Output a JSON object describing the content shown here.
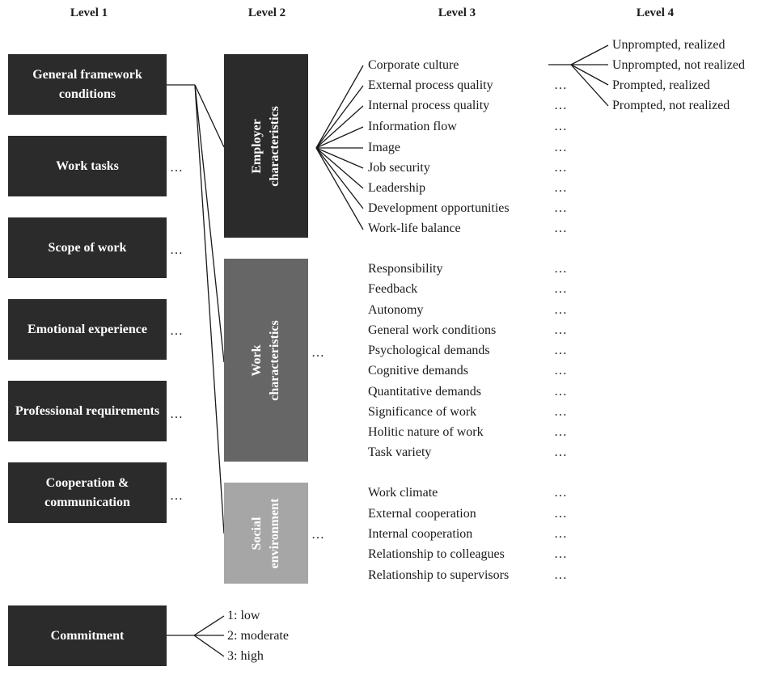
{
  "headers": [
    "Level 1",
    "Level 2",
    "Level 3",
    "Level 4"
  ],
  "level1": [
    {
      "label": "General framework conditions"
    },
    {
      "label": "Work tasks",
      "dots": "…"
    },
    {
      "label": "Scope of work",
      "dots": "…"
    },
    {
      "label": "Emotional experience",
      "dots": "…"
    },
    {
      "label": "Professional requirements",
      "dots": "…"
    },
    {
      "label": "Cooperation & communication",
      "dots": "…"
    }
  ],
  "level2": [
    {
      "label": "Employer characteristics",
      "color": "#2b2b2b"
    },
    {
      "label": "Work characteristics",
      "color": "#666666",
      "dots": "…"
    },
    {
      "label": "Social environment",
      "color": "#a6a6a6",
      "dots": "…"
    }
  ],
  "level3": {
    "employer": [
      "Corporate culture",
      "External process quality",
      "Internal process quality",
      "Information flow",
      "Image",
      "Job security",
      "Leadership",
      "Development opportunities",
      "Work-life balance"
    ],
    "work": [
      "Responsibility",
      "Feedback",
      "Autonomy",
      "General work conditions",
      "Psychological demands",
      "Cognitive demands",
      "Quantitative demands",
      "Significance of work",
      "Holitic nature of work",
      "Task variety"
    ],
    "social": [
      "Work climate",
      "External cooperation",
      "Internal cooperation",
      "Relationship to colleagues",
      "Relationship to supervisors"
    ],
    "dots": "…"
  },
  "level4": [
    "Unprompted, realized",
    "Unprompted, not realized",
    "Prompted, realized",
    "Prompted, not realized"
  ],
  "commitment": {
    "label": "Commitment",
    "levels": [
      "1: low",
      "2: moderate",
      "3: high"
    ]
  }
}
